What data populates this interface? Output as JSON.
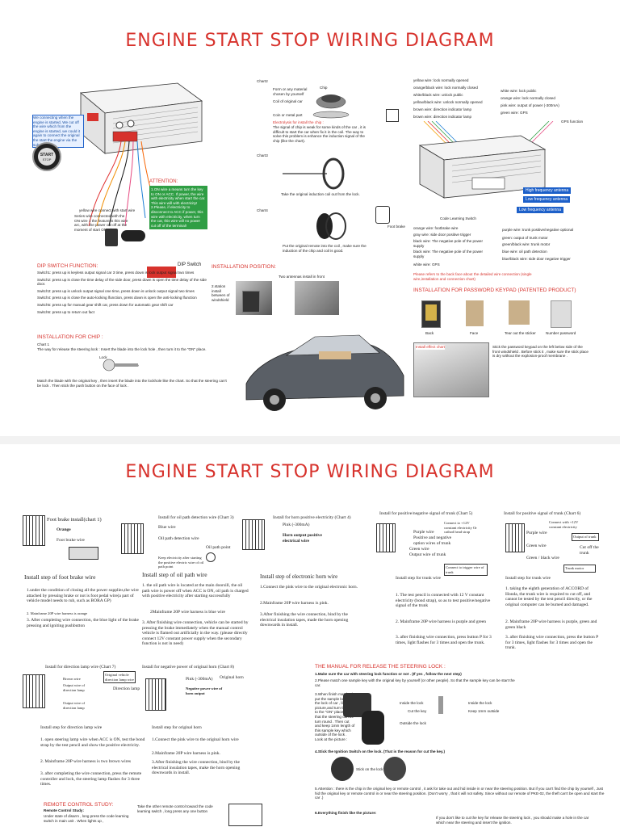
{
  "top": {
    "title": "ENGINE START STOP WIRING DIAGRAM",
    "connection_note": "We connecting when the engine is started, We cut off the wire which from the engine is started, we could it again to connect the original the start the engine via the sub-relay",
    "start_button": "START",
    "start_button_sub": "STOP",
    "attention_title": "ATTENTION:",
    "attention_text1": "1.ON wire a means turn the key to ON or ACC. If power, the wire with electricity when start the car. This wire will with electricity!",
    "attention_text2": "2.Please, if electricity to disconnect to ACC if power, this wire with electricity, when turn the car, this wire will no power cut off of the terminal!",
    "white_wire_note": "yellow wire connect with start wire",
    "series_wire_note": "Series wire connected with the ON wire 1 the feature is this wire arc, with the power cut off at the moment of start ON wire",
    "dip_title": "DIP SWITCH FUNCTION:",
    "dip_label": "DIP Switch",
    "dip_items": [
      "Switch1: press up is keyless output signal car 3 time, press down is lock output signal two times",
      "Switch2: press up is close the time delay of the side door, press down is open the time delay of the side door.",
      "Switch3: press up is unlock output signal one time, press down is unlock output signal two times",
      "Switch4: press up is close the auto-locking lfunction, press down is open the anti-locking lfunction",
      "Switch5: press up for manual gear shift car, press down for automatic gear shift car",
      "Switch6: press up to return out fact"
    ],
    "installation_chip_title": "INSTALLATION FOR CHIP :",
    "chart1_label": "Chart 1",
    "chart1_text": "The way for release the steering lock : Insert the blade into the lock hole , then turn it to the \"ON\" place.",
    "lock_label": "Lock",
    "blade_label": "Blade",
    "chart1_text2": "Match the blade with the original key , then insert the blade into the lockhole like the chart. So that the steering can't be lock . Then stick the push button on the face of lock .",
    "installation_position_title": "INSTALLATION POSITION:",
    "two_antennas": "Two antennas install in front",
    "windshield_label": "2.station install between of windshield",
    "chart2_label": "Chart2",
    "chart2_items": [
      "Form or any material chosen by yourself",
      "Coil of original car",
      "Coin or metal part"
    ],
    "chip_label": "Chip",
    "chart2_note_title": "Electrolysis for install the chip :",
    "chart2_note": "The signal of chip is weak for some kinds of the car , it is difficult to start the car when fix it in the coil. The way to solve this problem is enhance the induction signal of the chip (like the chart).",
    "chart3_label": "Chart3",
    "chart3_note": "Take the original induction coil out from the lock.",
    "chart4_label": "Chart4",
    "chart4_note": "Put the original remote into the coil , make sure the induction of the chip and coil is good.",
    "wires_left": [
      "yellow wire: lock normally opened",
      "orange/black wire: lock normally closed",
      "white/black wire: unlock public",
      "yellow/black wire: unlock normally opened",
      "brown wire: direction indicator lamp",
      "brown wire: direction indicator lamp"
    ],
    "wires_right": [
      "white wire: lock public",
      "orange wire: lock normally closed",
      "pink wire: output of power (-300mA)",
      "green wire: GPS"
    ],
    "gps_label": "GPS function",
    "code_switch": "Code Learning Switch",
    "wires_mid": [
      "orange wire: footbrake wire",
      "gray wire: side door positive trigger",
      "black wire: The negative pole of the power supply",
      "black wire: The negative pole of the power supply",
      "white wire: GPS"
    ],
    "right_blue": [
      "High frequency antenna",
      "Low frequency antenna",
      "Low frequency antenna"
    ],
    "wires_lower_right": [
      "purple wire: trunk positive/negative optional",
      "green: output of trunk motor",
      "green/black wire: trunk motor",
      "blue wire: oil path detection",
      "blue/black wire: side door negative trigger"
    ],
    "foot_switch": "Foot brake",
    "gps_note": "Please refers to the back face about the detailed wire connection (single wire,installation and connection chart)",
    "password_title": "INSTALLATION FOR PASSWORD KEYPAD (PATENTED PRODUCT)",
    "pw_steps": [
      "Back",
      "Face",
      "Tear out the sticker",
      "Number password"
    ],
    "inset_label": "Install effect chart",
    "pw_note": "Stick the password keypad on the left below side of the front windshield . Before stick it , make sure the stick place is dry without the explosion-proof membrane ."
  },
  "bottom": {
    "title": "ENGINE START STOP WIRING DIAGRAM",
    "c1_title": "Foot brake install(chart 1)",
    "c1_orange": "Orange",
    "c1_foot": "Foot brake wire",
    "c1_step": "Install step of foot brake wire",
    "c1_text": "1.under the condition of closing all the power supplies,the wire attached by pressing brake or not is foot pedal wire(a part of vehicle model needs to rub, such as BORA GP)",
    "c1_text2": "2. Mainframe 20P wire harness is orange",
    "c1_text3": "3. After completing wire connection, the blue light of the brake pressing and igniting pushbutton",
    "c3_title": "Install for oil path detection wire (Chart 3)",
    "c3_blue": "Blue wire",
    "c3_oil": "Oil path detection wire",
    "c3_point": "Oil path point",
    "c3_note": "Keep electricity after starting the positive electric wire of oil path point",
    "c3_step": "Install step of oil path wire",
    "c3_text": "1. the oil path wire is located at the main doorsill, the oil path wire is power off when ACC is ON, oil path is charged with positive electricity after starting successfully",
    "c3_text2": "2Mainframe 20P wire harness is blue wire",
    "c3_text3": "3. After finishing wire connection, vehicle can be started by pressing the brake immediately when the manual control vehicle is flamed out artificially in the way. (please directly connect 12V constant power supply when the secondary function is not in need)",
    "c4_title": "Install for horn positive electricity (Chart 4)",
    "c4_pink": "Pink (-300mA)",
    "c4_horn": "Horn output positive electrical wire",
    "c4_step": "Install step of electronic horn wire",
    "c4_text": "1.Connect the pink wire to the original electronic horn.",
    "c4_text2": "2.Mainframe 20P wire harness is pink.",
    "c4_text3": "3.After finishing the wire connection, bind by the electrical insulation tapes, made the horn opening downwards in install.",
    "c5_title": "Install for positive/negative signal of trunk (Chart 5)",
    "c5_purple": "Purple wire",
    "c5_pos": "Positive and negative option wires of trunk",
    "c5_green": "Green wire",
    "c5_output": "Output wire of trunk",
    "c5_connect": "Connect to +12V constant electricity Or cathod head strap",
    "c5_trigger": "Connect to trigger wire of trunk",
    "c5_step": "Install step for trunk wire",
    "c5_text": "1. The test pencil is connected with 12 V constant electricity (bond strap), so as to test positive/negative signal of the trunk",
    "c5_text2": "2. Mainframe 20P wire harness is purple and green",
    "c5_text3": "3. after finishing wire connection, press button P for 3 times, light flashes for 3 times and open the trunk.",
    "c6_title": "Install for positive signal of trunk (Chart 6)",
    "c6_purple": "Purple wire",
    "c6_connect": "Connect with +12V constant electricity",
    "c6_output": "Output of trunk",
    "c6_green": "Green wire",
    "c6_greenblack": "Green / black wire",
    "c6_cut": "Cut off the trunk",
    "c6_motor": "Trunk motor",
    "c6_step": "Install step for trunk wire",
    "c6_text": "1. taking the eighth generation of ACCORD of Honda, the trunk wire is required to cut off, and cannot be tested by the test pencil directly, or the original computer can be burned and damaged.",
    "c6_text2": "2. Mainframe 20P wire harness is purple, green and green black",
    "c6_text3": "3. after finishing wire connection, press the button P for 3 times, light flashes for 3 times and open the trunk.",
    "c7_title": "Install for direction lamp wire (Chart 7)",
    "c7_brown": "Brown wire",
    "c7_orig": "Original vehicle direction lamp wire",
    "c7_outputs": [
      "Output wire of direction lamp",
      "Output wire of direction lamp"
    ],
    "c7_lamp": "Direction lamp",
    "c7_step": "Install step for direction lamp wire",
    "c7_text": "1. open steering lamp wire when ACC is ON, test the bond strap by the test pencil and show the positive electricity.",
    "c7_text2": "2. Mainframe 20P wire harness is two brown wires",
    "c7_text3": "3. after completing the wire connection, press the remote controller and lock, the steering lamp flashes for 3 three times.",
    "c8_title": "Install for negative power of original horn (Chart 8)",
    "c8_pink": "Pink (-300mA)",
    "c8_orig": "Original horn",
    "c8_neg": "Negative power wire of horn output",
    "c8_step": "Install step for original horn",
    "c8_text": "1.Connect the pink wire to the original horn wire",
    "c8_text2": "2.Mainframe 20P wire harness is pink.",
    "c8_text3": "3.After finishing the wire connection, bind by the electrical insulation tapes, make the horn opening downwards in install.",
    "manual_title": "THE MANUAL FOR RELEASE THE STEERING LOCK :",
    "manual_items": [
      "1.Make sure the car with steering lock function or not . (If yes , follow the next step)",
      "2.Please match one sample key with the original key by yourself (or other people). So that the sample key can be start the car.",
      "3.When finish matched, put the sample key into the lock of car , like this picture,and turn the key to the \"ON\" place. So that the steering can be turn round . Then cut and keep 1mm length of this sample key which outside of the lock . Look at the picture :",
      "4.Stick the Ignition Switch on the lock. (That is the reason for cut the key.)",
      "5.Attention : there is the chip in the original key or remote control , it ask for take out and hid inside in or near the steering position. But if you can't find the chip by yourself , Just hid the original key or remote control in or near the steering position. (Don't worry , that it will not safety. Since without our remote of PKE-02, the theft can't be open and start the car .)",
      "6.Everything finish like the picture:"
    ],
    "inside_lock": "Inside the lock",
    "cut_key": "Cut the key",
    "outside_lock": "Outside the lock",
    "inside_lock2": "Inside the lock",
    "keep_outside": "Keep 1mm outside",
    "stick_lock": "Stick on the lock",
    "final_note": "If you don't like to cut the key for release the steering lock , you should make a hole in the car which near the steering and insert the ignition.",
    "remote_title": "REMOTE CONTROL STUDY:",
    "remote_sub": "Remote Control Study:",
    "remote_text": "Under state of disarm , long press the code learning switch in main unit . When lights up ,",
    "remote_text2": "Take the other remote control toward the code learning switch , long press any one button"
  }
}
